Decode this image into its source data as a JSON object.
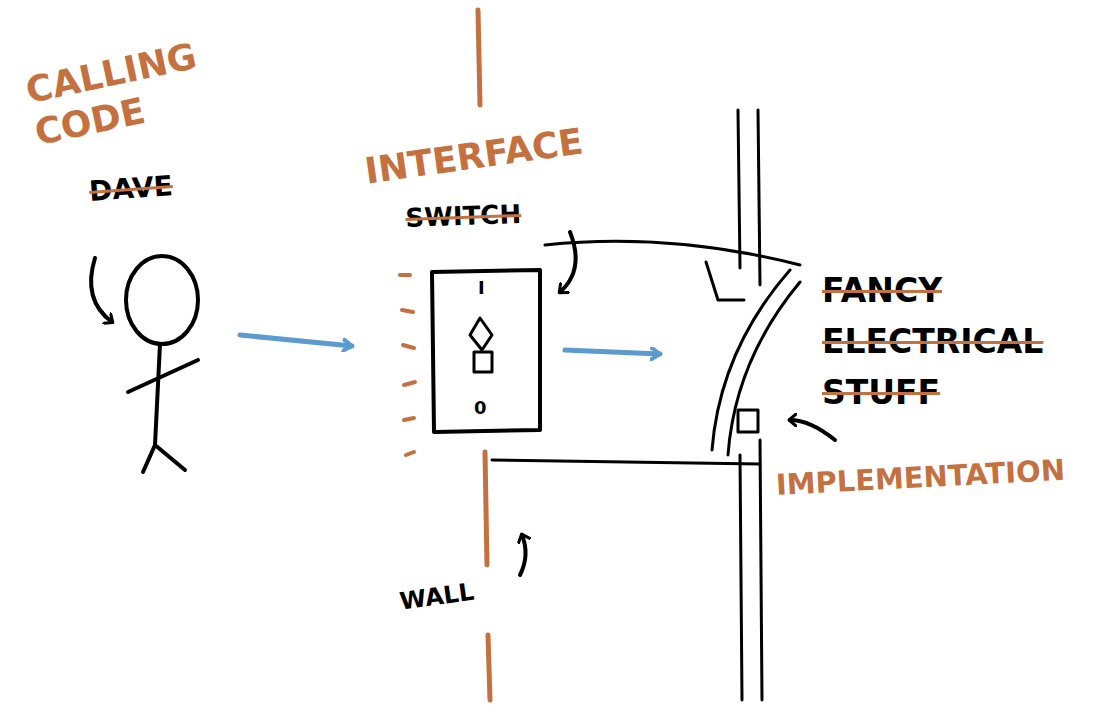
{
  "diagram": {
    "labels": [
      "CALLING CODE",
      "DAVE",
      "INTERFACE",
      "SWITCH",
      "FANCY ELECTRICAL STUFF",
      "IMPLEMENTATION",
      "WALL",
      "I",
      "0"
    ]
  }
}
